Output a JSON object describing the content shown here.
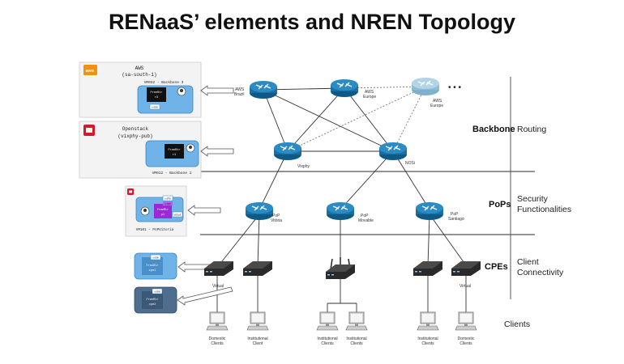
{
  "title": "RENaaS’ elements and NREN Topology",
  "tiers": {
    "backbone": {
      "name": "Backbone",
      "desc": "Routing"
    },
    "pops": {
      "name": "PoPs",
      "desc_l1": "Security",
      "desc_l2": "Functionalities"
    },
    "cpes": {
      "name": "CPEs",
      "desc_l1": "Client",
      "desc_l2": "Connectivity"
    },
    "clients": {
      "desc": "Clients"
    }
  },
  "routers": {
    "aws_brazil": {
      "l1": "AWS",
      "l2": "Brazil"
    },
    "aws_europe": {
      "l1": "AWS",
      "l2": "Europe"
    },
    "aws_europe_2": {
      "l1": "AWS",
      "l2": "Europe"
    },
    "vixphy": "Vixphy",
    "nosi": "NOSi",
    "pop_vitoria": {
      "l1": "PoP",
      "l2": "Vitória"
    },
    "pop_movable": {
      "l1": "PoP",
      "l2": "Movable"
    },
    "pop_santiago": {
      "l1": "PoP",
      "l2": "Santiago"
    },
    "ellipsis": "• • •"
  },
  "cloud_boxes": {
    "aws": {
      "logo": "aws",
      "l1": "AWS",
      "l2": "(sa-south-1)",
      "vm": "VM032 - Backbone 3",
      "fw_l1": "FreeRtr",
      "fw_l2": "r3",
      "tag": "vXDN"
    },
    "openstack": {
      "l1": "Openstack",
      "l2": "(vixphy-pub)",
      "vm": "VM012 - Backbone 1",
      "fw_l1": "FreeRtr",
      "fw_l2": "r1"
    },
    "pop": {
      "vm": "VM101 - PoPVitoria",
      "tag1": "vSFW",
      "tag2": "vIDS",
      "tag3": "vDDoS",
      "fw_l1": "FreeRtr",
      "fw_l2": "p1"
    }
  },
  "cpe_boxes": {
    "cpe1": {
      "tag": "vXDN",
      "fw_l1": "FreeRtr",
      "fw_l2": "cpe1"
    },
    "cpe2": {
      "tag": "vXDN",
      "fw_l1": "FreeRtr",
      "fw_l2": "cpe2"
    }
  },
  "cpe_labels": {
    "virtual_left": "Virtual",
    "virtual_right": "Virtual"
  },
  "clients": {
    "c1": {
      "l1": "Domestic",
      "l2": "Clients"
    },
    "c2": {
      "l1": "Institutional",
      "l2": "Client"
    },
    "c3": {
      "l1": "Institutional",
      "l2": "Clients"
    },
    "c4": {
      "l1": "Institutional",
      "l2": "Clients"
    },
    "c5": {
      "l1": "Institutional",
      "l2": "Clients"
    },
    "c6": {
      "l1": "Domestic",
      "l2": "Clients"
    }
  }
}
